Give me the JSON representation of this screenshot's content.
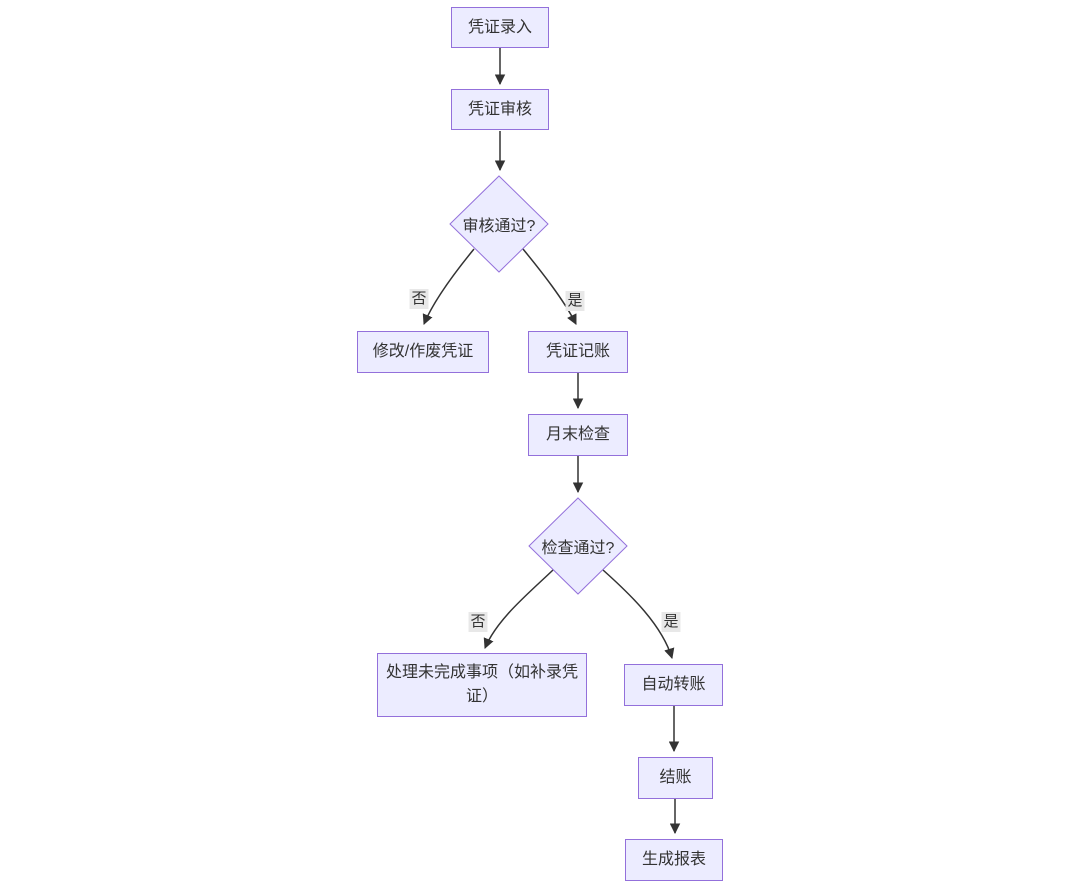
{
  "diagram": {
    "type": "flowchart",
    "direction": "top-down",
    "background_color": "#ffffff",
    "colors": {
      "node_fill": "#ECECFF",
      "node_border": "#9370DB",
      "node_text": "#333333",
      "edge_stroke": "#333333",
      "arrowhead": "#333333",
      "edge_label_bg": "#e8e8e8",
      "edge_label_text": "#333333"
    },
    "nodes": [
      {
        "id": "voucher-entry",
        "shape": "rect",
        "label": "凭证录入"
      },
      {
        "id": "voucher-review",
        "shape": "rect",
        "label": "凭证审核"
      },
      {
        "id": "review-passed",
        "shape": "diamond",
        "label": "审核通过?"
      },
      {
        "id": "modify-void",
        "shape": "rect",
        "label": "修改/作废凭证"
      },
      {
        "id": "voucher-posting",
        "shape": "rect",
        "label": "凭证记账"
      },
      {
        "id": "month-end-check",
        "shape": "rect",
        "label": "月末检查"
      },
      {
        "id": "check-passed",
        "shape": "diamond",
        "label": "检查通过?"
      },
      {
        "id": "handle-unfinished",
        "shape": "rect",
        "label": "处理未完成事项（如补录凭证）"
      },
      {
        "id": "auto-transfer",
        "shape": "rect",
        "label": "自动转账"
      },
      {
        "id": "closing",
        "shape": "rect",
        "label": "结账"
      },
      {
        "id": "generate-reports",
        "shape": "rect",
        "label": "生成报表"
      }
    ],
    "edges": [
      {
        "from": "voucher-entry",
        "to": "voucher-review",
        "label": ""
      },
      {
        "from": "voucher-review",
        "to": "review-passed",
        "label": ""
      },
      {
        "from": "review-passed",
        "to": "modify-void",
        "label": "否"
      },
      {
        "from": "review-passed",
        "to": "voucher-posting",
        "label": "是"
      },
      {
        "from": "voucher-posting",
        "to": "month-end-check",
        "label": ""
      },
      {
        "from": "month-end-check",
        "to": "check-passed",
        "label": ""
      },
      {
        "from": "check-passed",
        "to": "handle-unfinished",
        "label": "否"
      },
      {
        "from": "check-passed",
        "to": "auto-transfer",
        "label": "是"
      },
      {
        "from": "auto-transfer",
        "to": "closing",
        "label": ""
      },
      {
        "from": "closing",
        "to": "generate-reports",
        "label": ""
      }
    ]
  }
}
